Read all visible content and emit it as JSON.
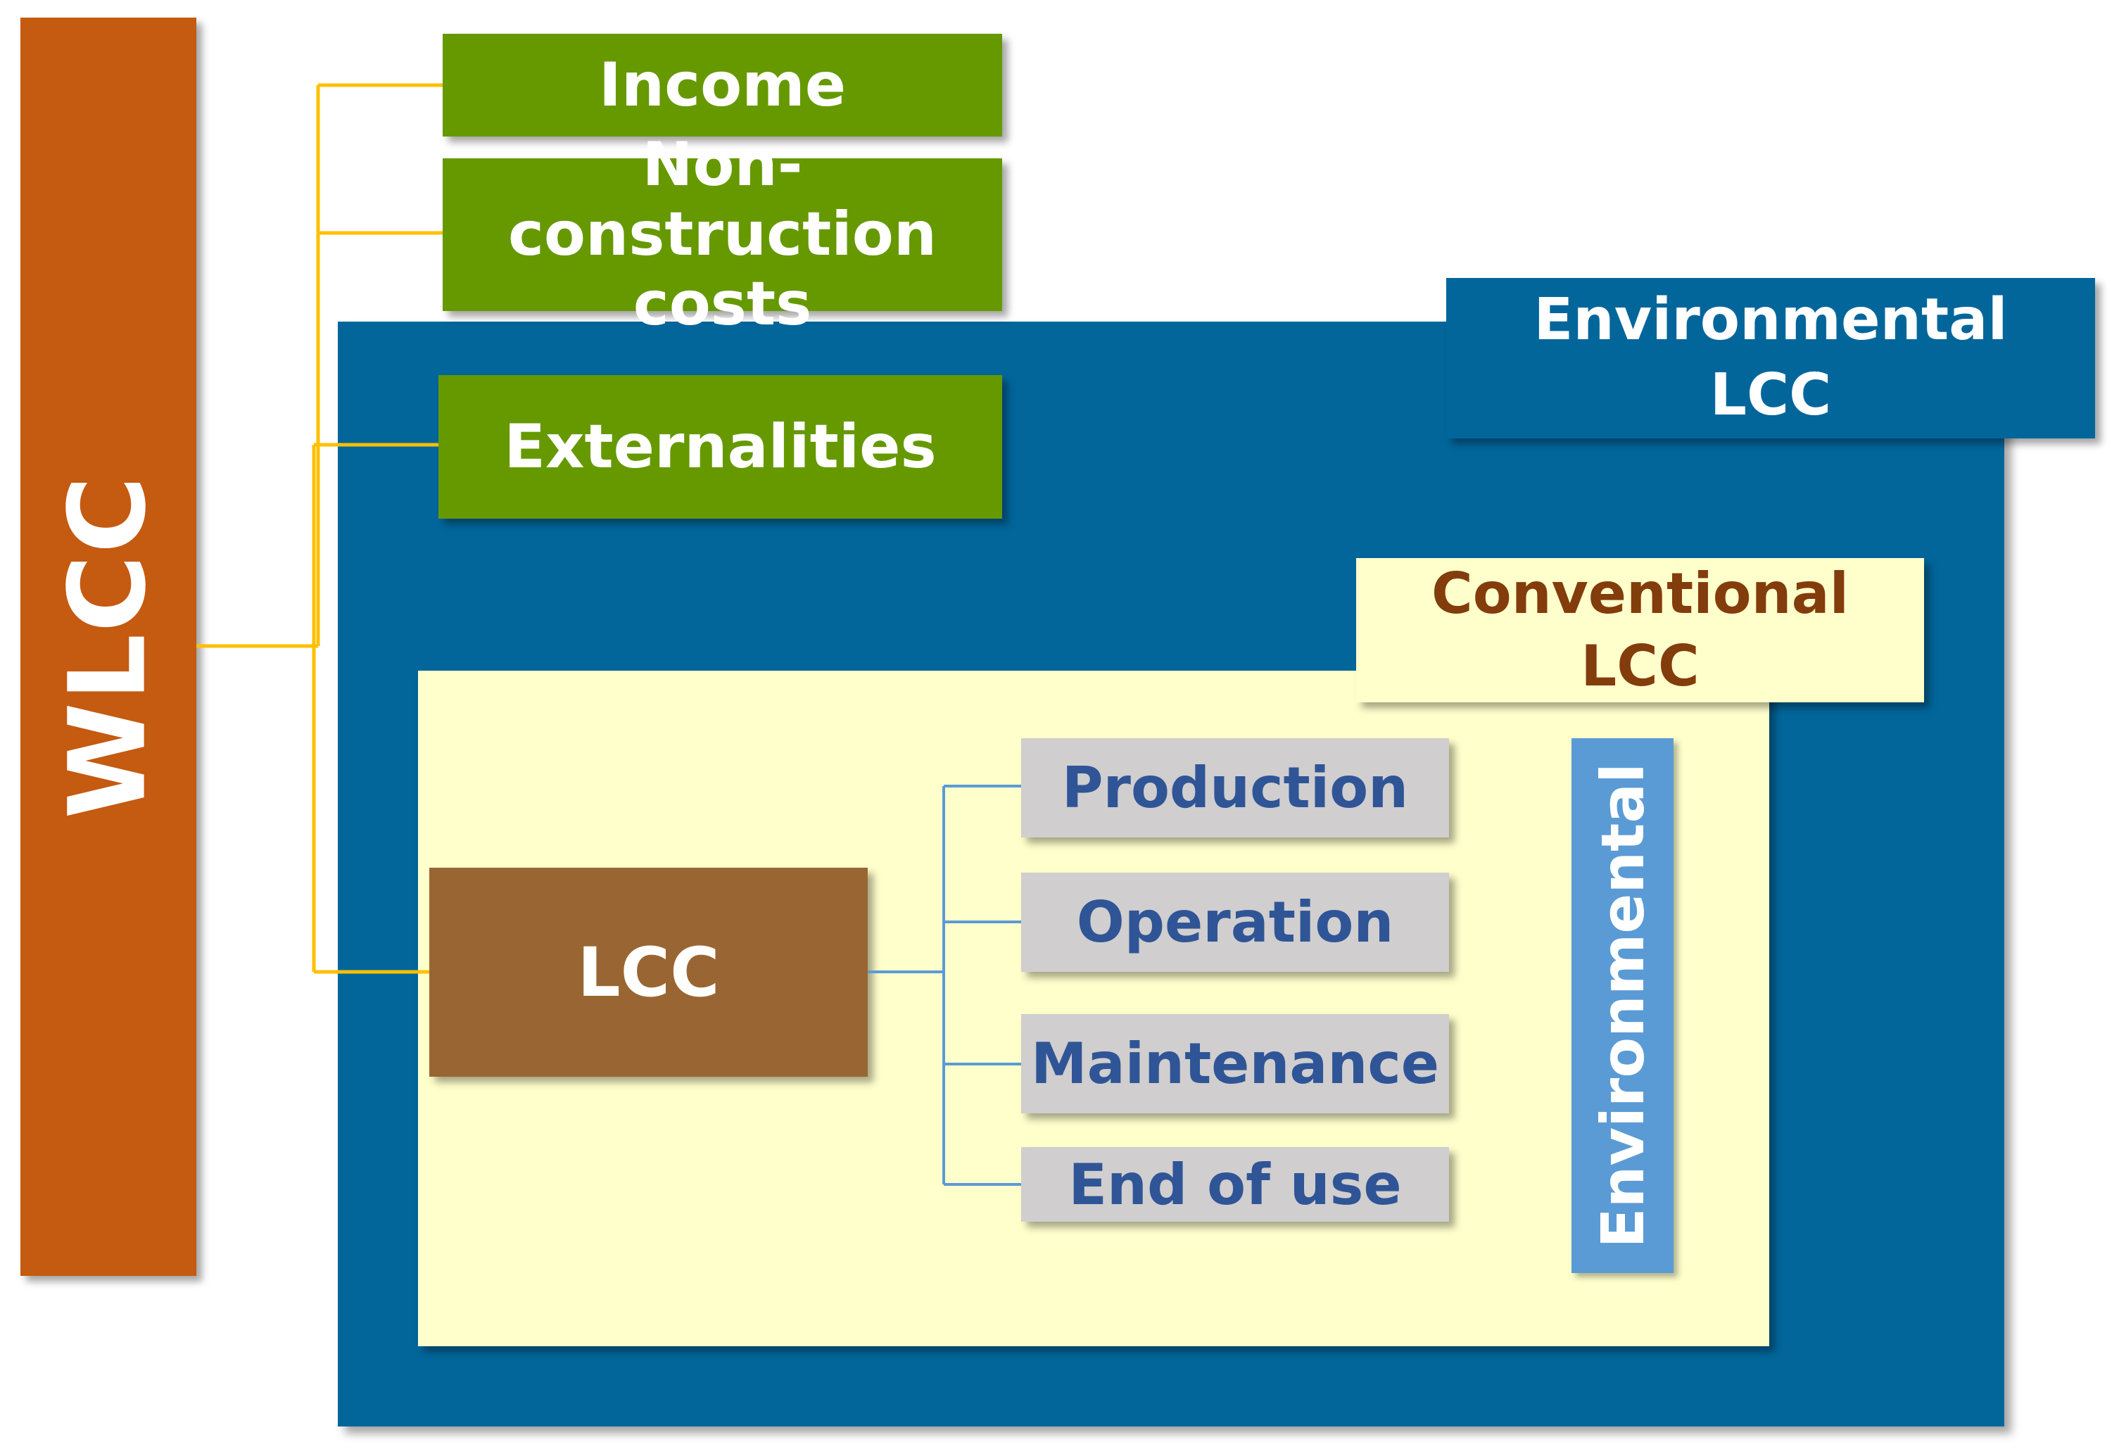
{
  "wlcc": {
    "label": "WLCC"
  },
  "items": {
    "income": "Income",
    "non_construction_line1": "Non-construction",
    "non_construction_line2": "costs",
    "externalities": "Externalities"
  },
  "environmental_lcc": {
    "line1": "Environmental",
    "line2": "LCC"
  },
  "conventional_lcc": {
    "line1": "Conventional",
    "line2": "LCC"
  },
  "lcc": {
    "label": "LCC"
  },
  "phases": [
    "Production",
    "Operation",
    "Maintenance",
    "End of use"
  ],
  "environmental_vertical": "Environmental",
  "colors": {
    "wlcc_orange": "#c55a11",
    "green": "#669900",
    "env_blue": "#02669b",
    "conventional_yellow": "#ffffcc",
    "conventional_text": "#833c0b",
    "lcc_brown": "#996633",
    "phase_grey": "#d0cece",
    "phase_text": "#2f5597",
    "env_light_blue": "#5b9bd5",
    "connector_gold": "#ffc000",
    "connector_blue": "#5b9bd5"
  }
}
